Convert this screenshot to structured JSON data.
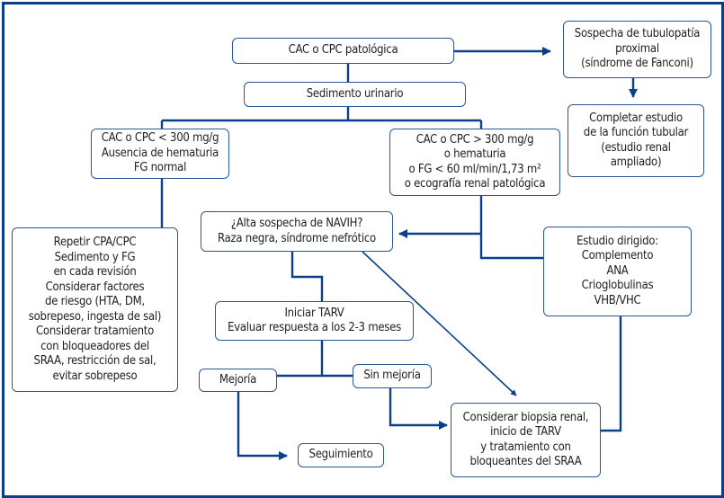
{
  "title": "Algoritmo de evaluación de proteinuria / albuminuria patológica",
  "colors": {
    "line": "#0b3f8a",
    "box_border": "#2a5599",
    "text": "#1f1f1f"
  },
  "nodes": {
    "cac_cpc_patologica": {
      "lines": [
        "CAC o CPC patológica"
      ]
    },
    "sedimento": {
      "lines": [
        "Sedimento urinario"
      ]
    },
    "tubulopatia": {
      "lines": [
        "Sospecha de tubulopatía",
        "proximal",
        "(síndrome de Fanconi)"
      ]
    },
    "funcion_tubular": {
      "lines": [
        "Completar estudio",
        "de la función tubular",
        "(estudio renal",
        "ampliado)"
      ]
    },
    "bajo_300": {
      "lines": [
        "CAC o CPC < 300 mg/g",
        "Ausencia de hematuria",
        "FG normal"
      ]
    },
    "sobre_300": {
      "lines": [
        "CAC o CPC > 300 mg/g",
        "o hematuria",
        "o FG < 60 ml/min/1,73 m²",
        "o ecografía renal patológica"
      ]
    },
    "repetir": {
      "lines": [
        "Repetir CPA/CPC",
        "Sedimento y FG",
        "en cada revisión",
        "Considerar factores",
        "de riesgo (HTA, DM,",
        "sobrepeso, ingesta de sal)",
        "Considerar tratamiento",
        "con bloqueadores del",
        "SRAA, restricción de sal,",
        "evitar sobrepeso"
      ]
    },
    "navih": {
      "lines": [
        "¿Alta sospecha de NAVIH?",
        "Raza negra, síndrome nefrótico"
      ]
    },
    "estudio_dirigido": {
      "lines": [
        "Estudio dirigido:",
        "Complemento",
        "ANA",
        "Crioglobulinas",
        "VHB/VHC"
      ]
    },
    "tarv": {
      "lines": [
        "Iniciar TARV",
        "Evaluar respuesta a los 2-3 meses"
      ]
    },
    "mejoria": {
      "lines": [
        "Mejoría"
      ]
    },
    "sin_mejoria": {
      "lines": [
        "Sin mejoría"
      ]
    },
    "seguimiento": {
      "lines": [
        "Seguimiento"
      ]
    },
    "biopsia": {
      "lines": [
        "Considerar biopsia renal,",
        "inicio de TARV",
        "y tratamiento con",
        "bloqueantes del SRAA"
      ]
    }
  },
  "edges": [
    {
      "from": "cac_cpc_patologica",
      "to": "sedimento",
      "arrow": false
    },
    {
      "from": "cac_cpc_patologica",
      "to": "tubulopatia",
      "arrow": true
    },
    {
      "from": "tubulopatia",
      "to": "funcion_tubular",
      "arrow": true
    },
    {
      "from": "sedimento",
      "to": "bajo_300",
      "arrow": false
    },
    {
      "from": "sedimento",
      "to": "sobre_300",
      "arrow": false
    },
    {
      "from": "bajo_300",
      "to": "repetir",
      "arrow": false
    },
    {
      "from": "sobre_300",
      "to": "navih",
      "arrow": true
    },
    {
      "from": "sobre_300",
      "to": "estudio_dirigido",
      "arrow": false
    },
    {
      "from": "navih",
      "to": "tarv",
      "arrow": false
    },
    {
      "from": "navih",
      "to": "biopsia",
      "arrow": true
    },
    {
      "from": "tarv",
      "to": "mejoria",
      "arrow": false
    },
    {
      "from": "tarv",
      "to": "sin_mejoria",
      "arrow": false
    },
    {
      "from": "mejoria",
      "to": "seguimiento",
      "arrow": true
    },
    {
      "from": "sin_mejoria",
      "to": "biopsia",
      "arrow": true
    },
    {
      "from": "estudio_dirigido",
      "to": "biopsia",
      "arrow": false
    }
  ]
}
